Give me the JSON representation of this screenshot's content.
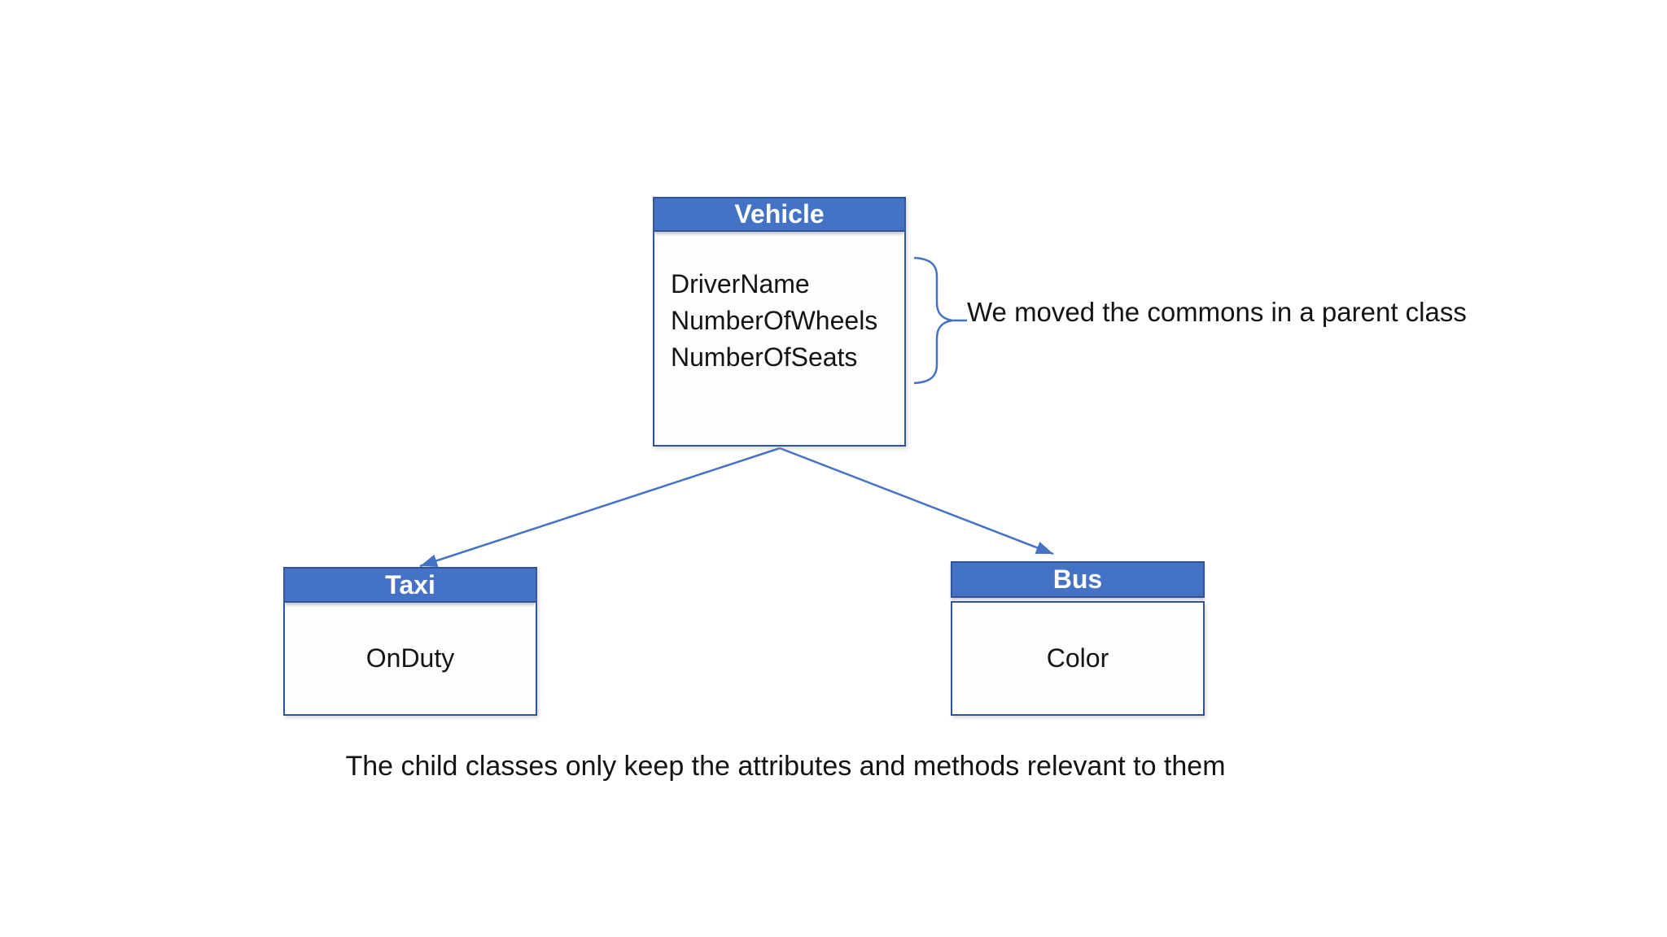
{
  "slide": {
    "background": "#ffffff",
    "caption": "The child classes only keep the attributes and methods relevant to them"
  },
  "diagram": {
    "type": "class-inheritance",
    "parent": {
      "title": "Vehicle",
      "attributes": [
        "DriverName",
        "NumberOfWheels",
        "NumberOfSeats"
      ]
    },
    "children": [
      {
        "title": "Taxi",
        "attributes": [
          "OnDuty"
        ]
      },
      {
        "title": "Bus",
        "attributes": [
          "Color"
        ]
      }
    ],
    "annotation": "We moved the commons in a parent class",
    "connector_shapes": [
      "arrow-to-taxi",
      "arrow-to-bus",
      "curly-brace"
    ],
    "colors": {
      "header_fill": "#4472C4",
      "box_border": "#2F5597",
      "connector": "#4472C4",
      "header_text": "#FFFFFF",
      "body_text": "#141414"
    }
  }
}
